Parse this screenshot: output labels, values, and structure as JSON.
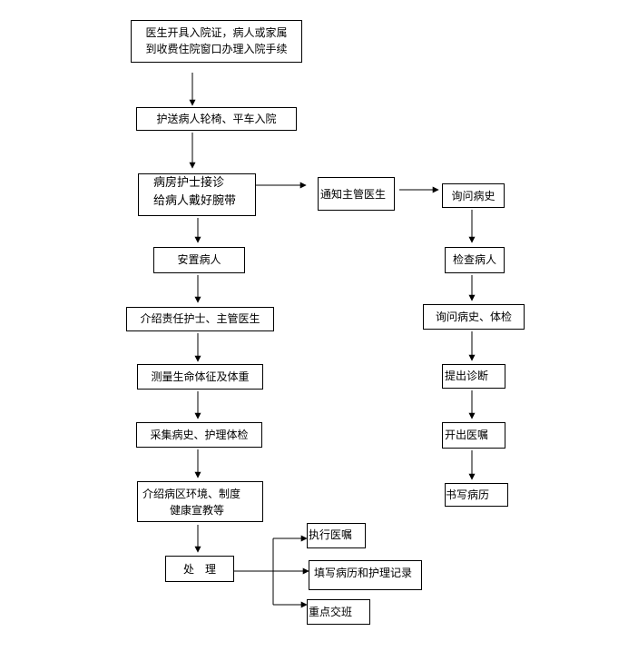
{
  "nodes": {
    "admission_certificate": {
      "line1": "医生开具入院证，病人或家属",
      "line2": "到收费住院窗口办理入院手续"
    },
    "escort_patient": "护送病人轮椅、平车入院",
    "ward_nurse_receive": {
      "line1": "病房护士接诊",
      "line2": "给病人戴好腕带"
    },
    "settle_patient": "安置病人",
    "introduce_nurse_doctor": "介绍责任护士、主管医生",
    "measure_vitals": "测量生命体征及体重",
    "collect_history": "采集病史、护理体检",
    "introduce_ward": {
      "line1": "介绍病区环境、制度",
      "line2": "健康宣教等"
    },
    "handle": "处　理",
    "execute_orders": "执行医嘱",
    "fill_records": "填写病历和护理记录",
    "key_handover": "重点交班",
    "notify_doctor": "通知主管医生",
    "ask_history": "询问病史",
    "examine_patient": "检查病人",
    "ask_history_exam": "询问病史、体检",
    "propose_diagnosis": "提出诊断",
    "issue_orders": "开出医嘱",
    "write_record": "书写病历"
  }
}
